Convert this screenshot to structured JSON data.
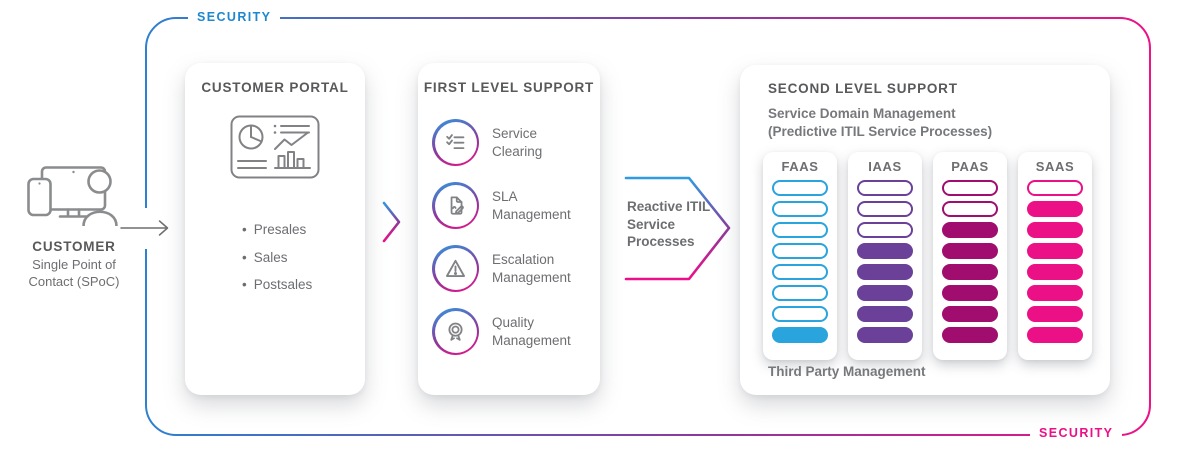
{
  "palette": {
    "security_blue": "#1e87d0",
    "security_pink": "#ec0f87",
    "gradient_purple": "#8a3a9c",
    "title_gray": "#58595b",
    "text_gray": "#6d6e71",
    "icon_gray": "#808285"
  },
  "security": {
    "top_label": "SECURITY",
    "bottom_label": "SECURITY"
  },
  "customer": {
    "title": "CUSTOMER",
    "subtitle": "Single Point of Contact (SPoC)"
  },
  "customer_portal": {
    "title": "CUSTOMER PORTAL",
    "items": [
      "Presales",
      "Sales",
      "Postsales"
    ]
  },
  "first_level": {
    "title": "FIRST LEVEL SUPPORT",
    "items": [
      {
        "icon": "checklist-icon",
        "label": "Service Clearing"
      },
      {
        "icon": "sla-document-icon",
        "label": "SLA Management"
      },
      {
        "icon": "escalation-warning-icon",
        "label": "Escalation Management"
      },
      {
        "icon": "quality-award-icon",
        "label": "Quality Management"
      }
    ]
  },
  "flow": {
    "reactive_label": "Reactive ITIL Service Processes"
  },
  "second_level": {
    "title": "SECOND LEVEL SUPPORT",
    "subtitle_line1": "Service Domain Management",
    "subtitle_line2": "(Predictive ITIL Service Processes)",
    "footer": "Third Party Management",
    "columns": [
      {
        "label": "FAAS",
        "color": "#29a4dd",
        "pills_total": 8,
        "pills_filled": 1
      },
      {
        "label": "IAAS",
        "color": "#6a4099",
        "pills_total": 8,
        "pills_filled": 5
      },
      {
        "label": "PAAS",
        "color": "#a00d6e",
        "pills_total": 8,
        "pills_filled": 6
      },
      {
        "label": "SAAS",
        "color": "#ec1086",
        "pills_total": 8,
        "pills_filled": 7
      }
    ]
  }
}
